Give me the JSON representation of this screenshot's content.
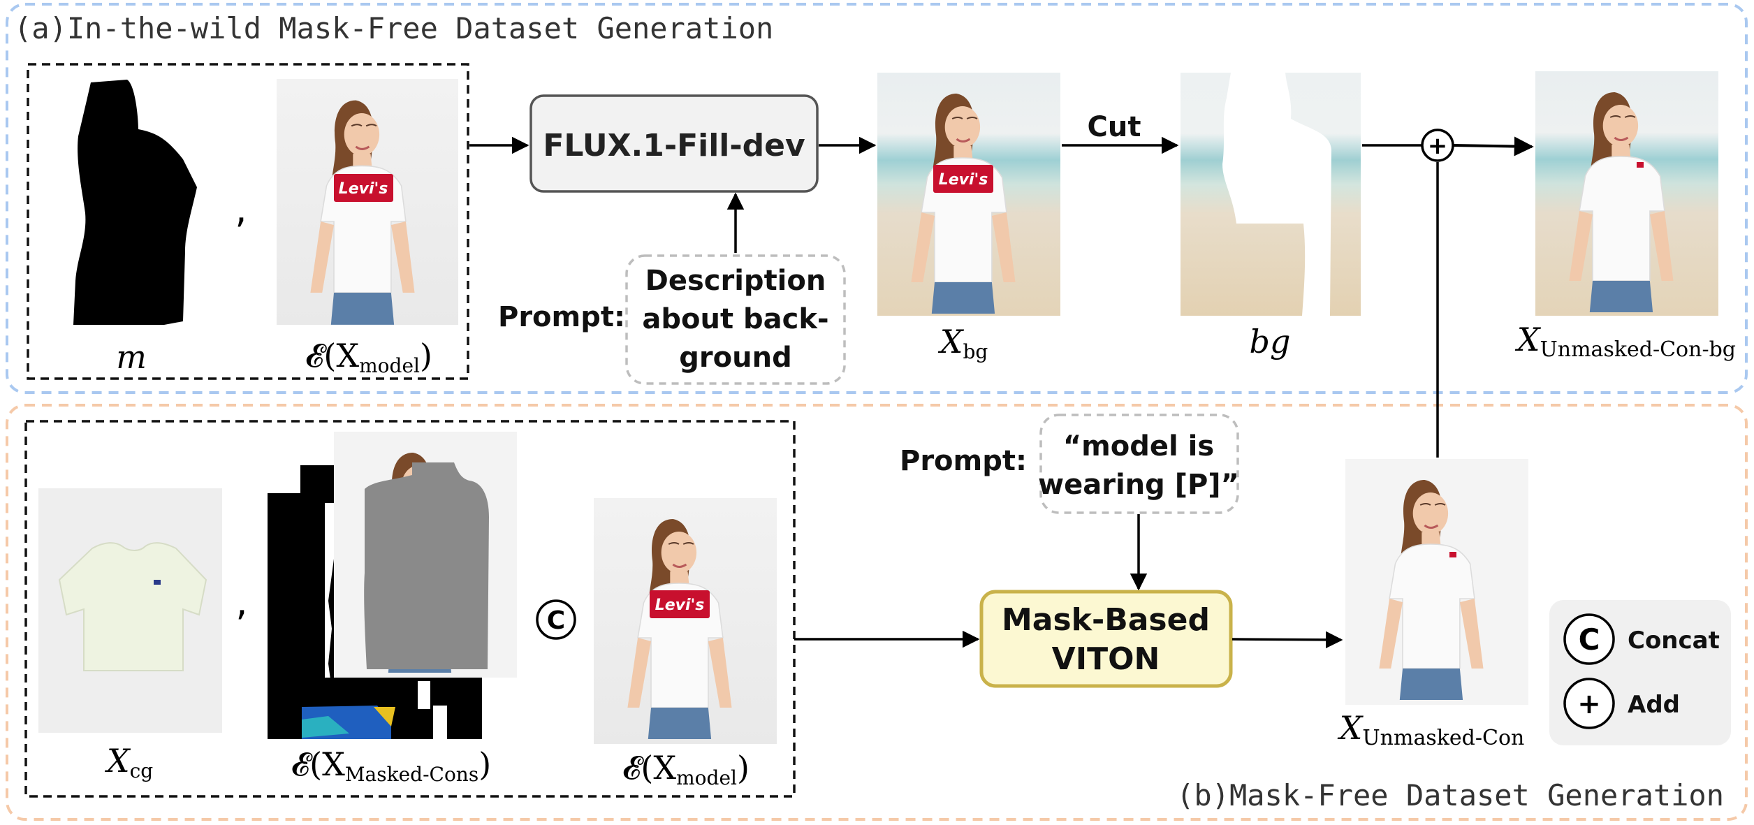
{
  "section_a": {
    "title": "(a)In-the-wild Mask-Free Dataset Generation",
    "comma": ",",
    "mask_label": "m",
    "model_enc_label": "𝓔(X",
    "model_enc_sub": "model",
    "model_enc_close": ")",
    "flux_label": "FLUX.1-Fill-dev",
    "prompt_label": "Prompt:",
    "description_lines": [
      "Description",
      "about back-",
      "ground"
    ],
    "cut_label": "Cut",
    "add_symbol": "+",
    "xbg_label": "X",
    "xbg_sub": "bg",
    "bg_label": "bg",
    "unmasked_bg_label": "X",
    "unmasked_bg_sub": "Unmasked-Con-bg",
    "logo_text": "Levi's"
  },
  "section_b": {
    "title": "(b)Mask-Free Dataset Generation",
    "comma": ",",
    "concat_symbol": "C",
    "xcg_label": "X",
    "xcg_sub": "cg",
    "masked_enc_label": "𝓔(X",
    "masked_enc_sub": "Masked-Cons",
    "masked_enc_close": ")",
    "model_enc_label": "𝓔(X",
    "model_enc_sub": "model",
    "model_enc_close": ")",
    "prompt_label": "Prompt:",
    "prompt_lines": [
      "“model is",
      "wearing [P]”"
    ],
    "viton_lines": [
      "Mask-Based",
      "VITON"
    ],
    "unmasked_label": "X",
    "unmasked_sub": "Unmasked-Con",
    "logo_text": "Levi's"
  },
  "legend": {
    "concat_symbol": "C",
    "concat_label": "Concat",
    "add_symbol": "+",
    "add_label": "Add"
  },
  "colors": {
    "section_a_border": "#a9c8f0",
    "section_b_border": "#f5c9a8",
    "viton_fill": "#fcf8d2",
    "viton_border": "#c9b24a",
    "levis_red": "#c8102e",
    "masked_gray": "#8a8a8a"
  }
}
